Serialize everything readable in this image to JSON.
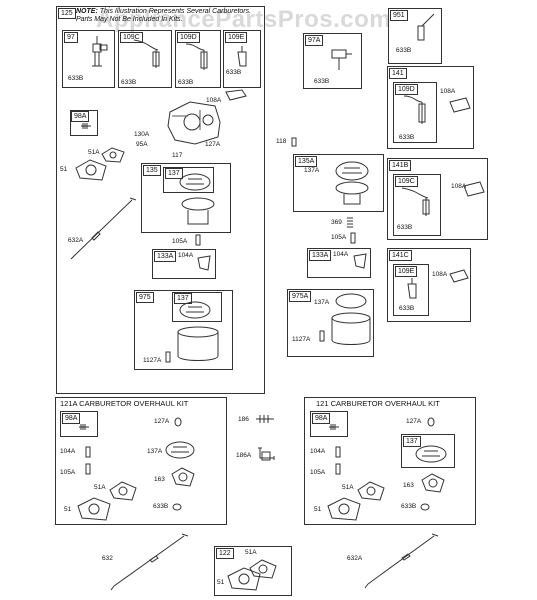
{
  "watermark": "AppliancePartsPros.com",
  "note": {
    "bold": "NOTE:",
    "text": "This Illustration Represents Several Carburetors. Parts May Not Be Included In Kits."
  },
  "tags": {
    "t125": "125",
    "t97": "97",
    "t109C": "109C",
    "t109D": "109D",
    "t109E": "109E",
    "t98A": "98A",
    "t135": "135",
    "t137": "137",
    "t133A": "133A",
    "t975": "975",
    "t137b": "137",
    "t97A": "97A",
    "t951": "951",
    "t141": "141",
    "t109Db": "109D",
    "t141B": "141B",
    "t109Cb": "109C",
    "t141C": "141C",
    "t109Eb": "109E",
    "t135A": "135A",
    "t133Ab": "133A",
    "t975A": "975A",
    "k121A": "121A CARBURETOR OVERHAUL KIT",
    "t98Ab": "98A",
    "k121": "121 CARBURETOR OVERHAUL KIT",
    "t98Ac": "98A",
    "t137c": "137",
    "t122": "122"
  },
  "labels": {
    "l633B_1": "633B",
    "l633B_2": "633B",
    "l633B_3": "633B",
    "l633B_4": "633B",
    "l108A": "108A",
    "l130A": "130A",
    "l95A": "95A",
    "l117": "117",
    "l127A": "127A",
    "l51A": "51A",
    "l51": "51",
    "l632A": "632A",
    "l105A": "105A",
    "l137A": "137A",
    "l104A": "104A",
    "l1127A": "1127A",
    "l118": "118",
    "l633B_5": "633B",
    "l633B_6": "633B",
    "l108Ab": "108A",
    "l633B_7": "633B",
    "l108Ac": "108A",
    "l633B_8": "633B",
    "l108Ad": "108A",
    "l633B_9": "633B",
    "l137Ab": "137A",
    "l369": "369",
    "l105Ab": "105A",
    "l104Ab": "104A",
    "l137Ac": "137A",
    "l1127Ab": "1127A",
    "k1_127A": "127A",
    "k1_104A": "104A",
    "k1_137A": "137A",
    "k1_105A": "105A",
    "k1_51A": "51A",
    "k1_163": "163",
    "k1_51": "51",
    "k1_633B": "633B",
    "l186": "186",
    "l186A": "186A",
    "k2_127A": "127A",
    "k2_104A": "104A",
    "k2_105A": "105A",
    "k2_51A": "51A",
    "k2_163": "163",
    "k2_51": "51",
    "k2_633B": "633B",
    "l632": "632",
    "l51Ab": "51A",
    "l51b": "51",
    "l632Ab": "632A"
  }
}
